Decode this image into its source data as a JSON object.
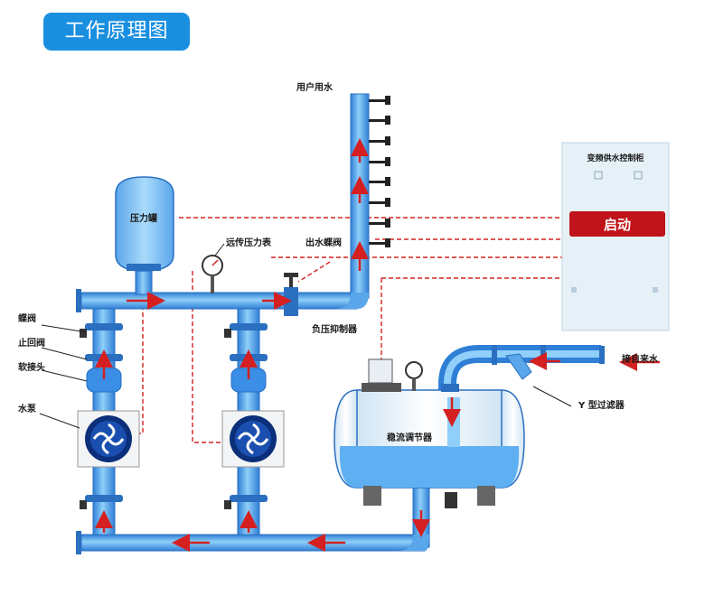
{
  "header": {
    "title": "工作原理图"
  },
  "labels": {
    "user_water": "用户用水",
    "pressure_tank": "压力罐",
    "remote_gauge": "远传压力表",
    "outlet_valve": "出水蝶阀",
    "butterfly_valve": "蝶阀",
    "check_valve": "止回阀",
    "soft_joint": "软接头",
    "pump": "水泵",
    "negative_pressure": "负压抑制器",
    "stabilizer": "稳流调节器",
    "inlet": "接自来水",
    "filter": "Y 型过滤器"
  },
  "control_cabinet": {
    "title": "变频供水控制柜",
    "start_label": "启动"
  },
  "colors": {
    "badge": "#1a8fe0",
    "pipe": "#3a8ee6",
    "water": "#7ec3f7",
    "arrow": "#d42020",
    "signal_line": "#d42020",
    "start_button": "#c0141b"
  }
}
